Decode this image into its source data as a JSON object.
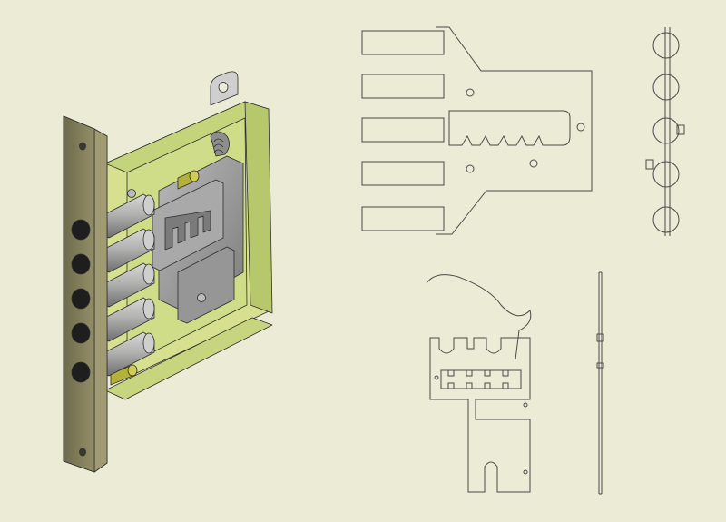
{
  "drawing": {
    "background_color": "#ecebd6",
    "line_color": "#4a4a4a",
    "views": [
      {
        "name": "isometric-lock-assembly"
      },
      {
        "name": "plate-front-view"
      },
      {
        "name": "plate-side-view"
      },
      {
        "name": "lever-front-view"
      },
      {
        "name": "lever-side-view"
      }
    ],
    "assembly": {
      "faceplate_color": "#8a8660",
      "case_color": "#c9d87c",
      "bolt_color": "#a8aaa8",
      "part_color": "#9b9b9b",
      "bolt_count": 5
    }
  }
}
